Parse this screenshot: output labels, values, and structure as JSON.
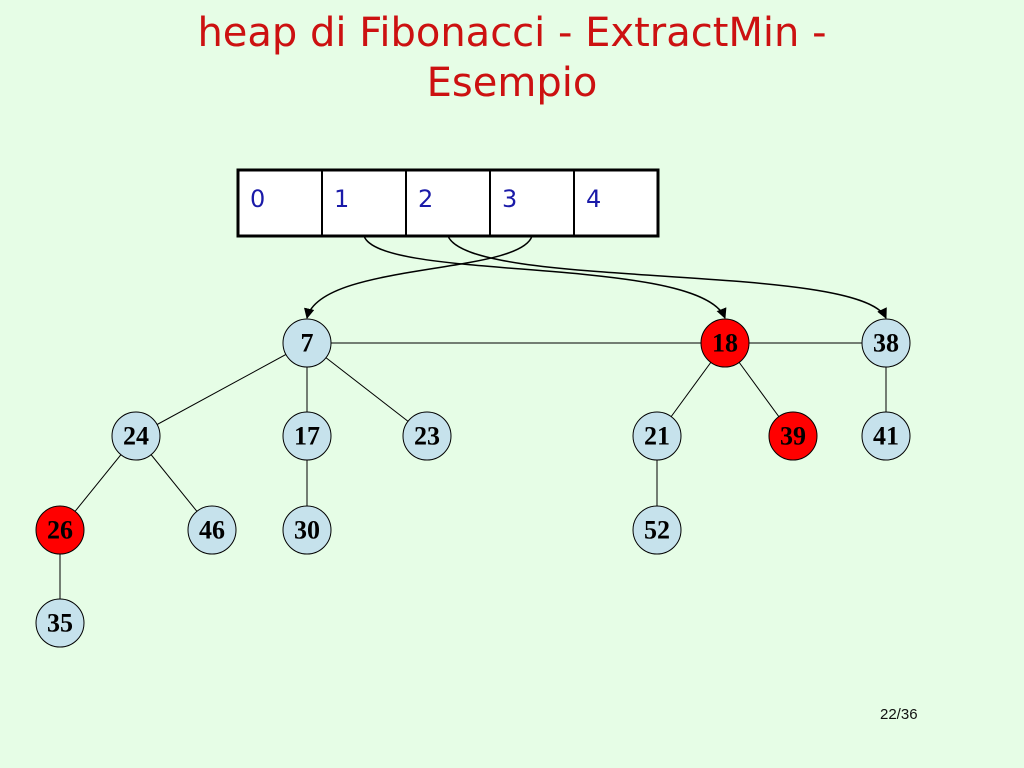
{
  "title": {
    "line1": "heap di Fibonacci - ExtractMin -",
    "line2": "Esempio"
  },
  "array": {
    "cells": [
      "0",
      "1",
      "2",
      "3",
      "4"
    ]
  },
  "nodes": [
    {
      "id": "n7",
      "key": "7",
      "marked": false
    },
    {
      "id": "n18",
      "key": "18",
      "marked": true
    },
    {
      "id": "n38",
      "key": "38",
      "marked": false
    },
    {
      "id": "n24",
      "key": "24",
      "marked": false
    },
    {
      "id": "n17",
      "key": "17",
      "marked": false
    },
    {
      "id": "n23",
      "key": "23",
      "marked": false
    },
    {
      "id": "n21",
      "key": "21",
      "marked": false
    },
    {
      "id": "n39",
      "key": "39",
      "marked": true
    },
    {
      "id": "n41",
      "key": "41",
      "marked": false
    },
    {
      "id": "n26",
      "key": "26",
      "marked": true
    },
    {
      "id": "n46",
      "key": "46",
      "marked": false
    },
    {
      "id": "n30",
      "key": "30",
      "marked": false
    },
    {
      "id": "n52",
      "key": "52",
      "marked": false
    },
    {
      "id": "n35",
      "key": "35",
      "marked": false
    }
  ],
  "colors": {
    "background": "#e6fde6",
    "node_fill": "#c6e2ec",
    "marked_fill": "#ff0000",
    "title": "#cc1111",
    "cell_text": "#1a1aa8"
  },
  "page_number": "22/36"
}
